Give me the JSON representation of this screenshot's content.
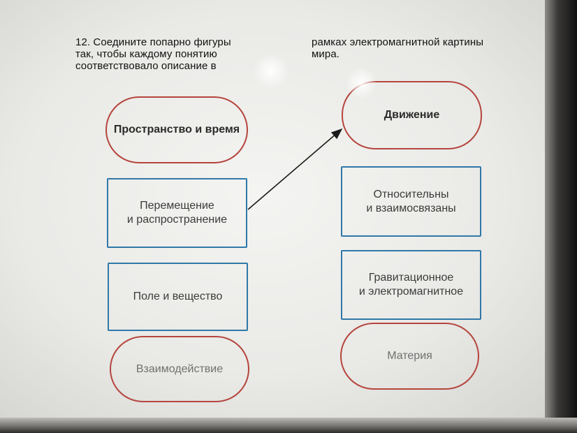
{
  "question": {
    "left_text": "12. Соедините попарно фигуры\nтак, чтобы каждому понятию\nсоответствовало описание в",
    "right_text": "рамках электромагнитной картины\nмира."
  },
  "left_column": [
    {
      "shape": "oval",
      "label": "Пространство и время"
    },
    {
      "shape": "rect",
      "label": "Перемещение\nи распространение"
    },
    {
      "shape": "rect",
      "label": "Поле и вещество"
    },
    {
      "shape": "oval",
      "label": "Взаимодействие"
    }
  ],
  "right_column": [
    {
      "shape": "oval",
      "label": "Движение"
    },
    {
      "shape": "rect",
      "label": "Относительны\nи взаимосвязаны"
    },
    {
      "shape": "rect",
      "label": "Гравитационное\nи электромагнитное"
    },
    {
      "shape": "oval",
      "label": "Материя"
    }
  ],
  "connections": [
    {
      "from": "Перемещение\nи распространение",
      "to": "Движение"
    }
  ],
  "colors": {
    "oval_border": "#b5453d",
    "rect_border": "#2f78a8",
    "arrow": "#1a1a1a"
  }
}
